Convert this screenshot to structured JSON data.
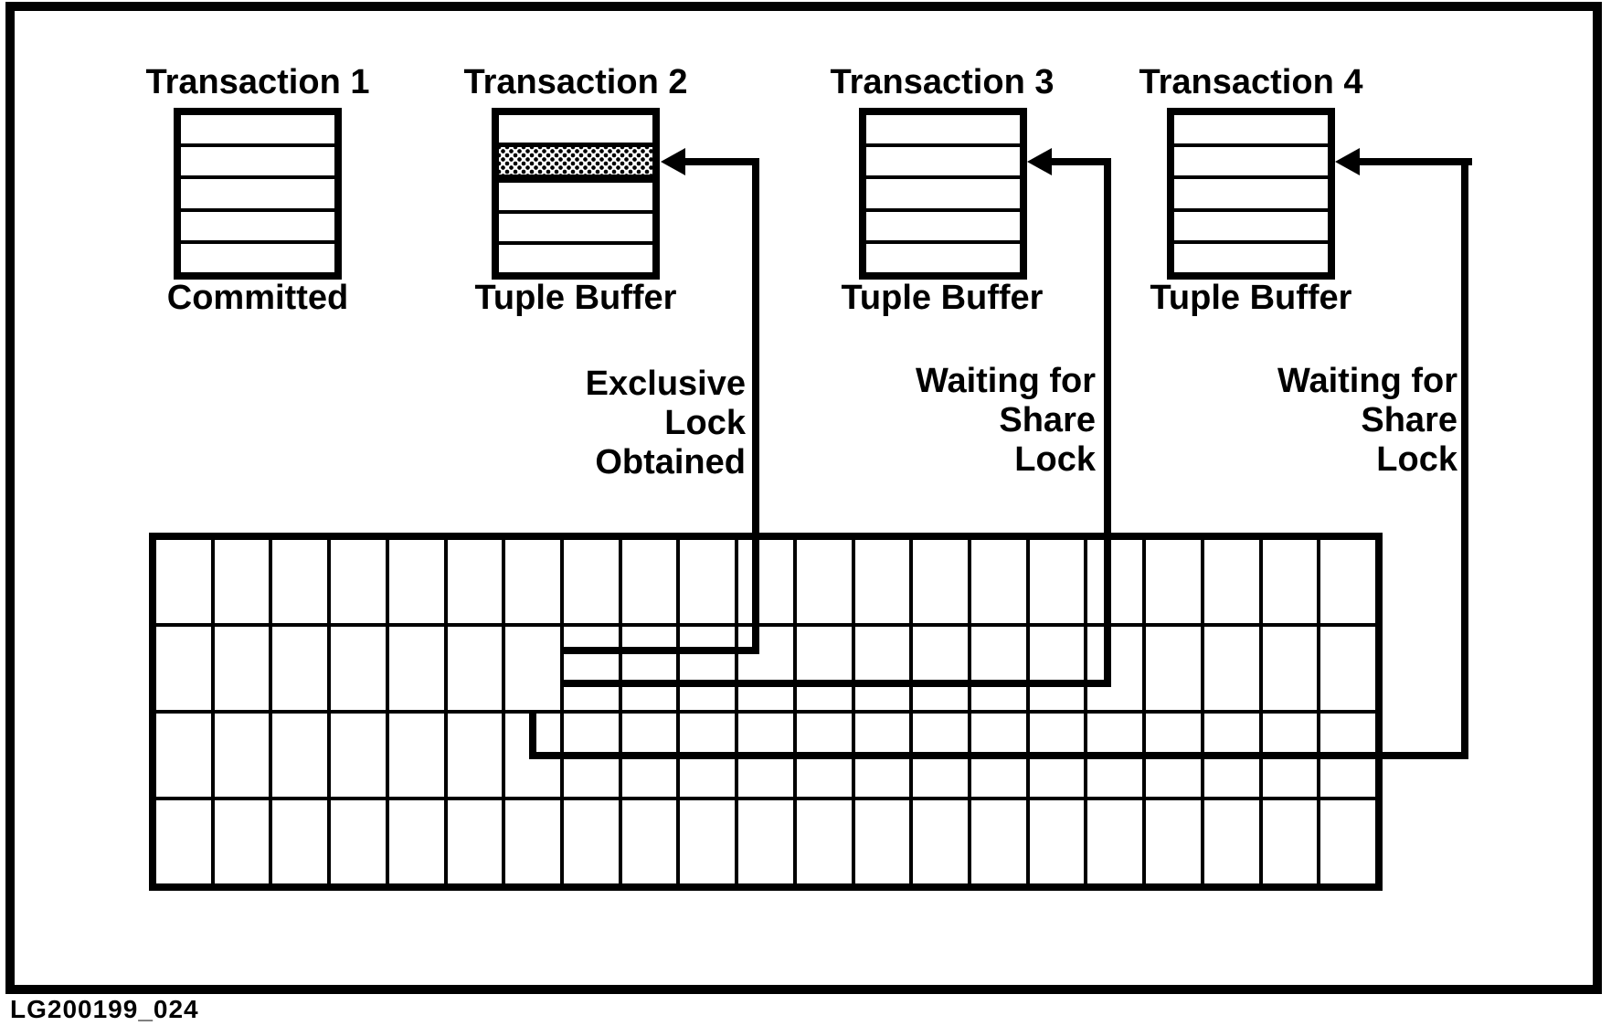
{
  "figure_label": "LG200199_024",
  "colors": {
    "ink": "#000000",
    "paper": "#ffffff"
  },
  "transactions": [
    {
      "title": "Transaction 1",
      "caption": "Committed",
      "rows": 5,
      "hatched_row": null,
      "annotation": null
    },
    {
      "title": "Transaction 2",
      "caption": "Tuple Buffer",
      "rows": 5,
      "hatched_row": 2,
      "annotation": "Exclusive\nLock\nObtained"
    },
    {
      "title": "Transaction 3",
      "caption": "Tuple Buffer",
      "rows": 5,
      "hatched_row": null,
      "annotation": "Waiting for\nShare\nLock"
    },
    {
      "title": "Transaction 4",
      "caption": "Tuple Buffer",
      "rows": 5,
      "hatched_row": null,
      "annotation": "Waiting for\nShare\nLock"
    }
  ],
  "table_grid": {
    "rows": 4,
    "columns": 21,
    "locked_cell": {
      "row": 2,
      "column": 7
    }
  }
}
